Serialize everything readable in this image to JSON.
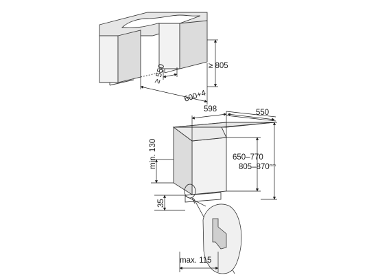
{
  "diagram": {
    "top": {
      "depth_label": "≥ 550",
      "width_label": "600+4",
      "height_label": "≥ 805"
    },
    "bottom": {
      "width_label": "598",
      "depth_label": "550",
      "height_label": "650–770",
      "niche_height_label": "805–870",
      "niche_height_suffix": "mm",
      "plinth_top_label": "min. 130",
      "plinth_label": "35",
      "plinth_depth_label": "max. 115"
    },
    "colors": {
      "line": "#3a3a3a",
      "fill": "#f2f2f2",
      "shade": "#dcdcdc",
      "counter": "#e6e6e6",
      "detail": "#cfcfcf"
    }
  }
}
